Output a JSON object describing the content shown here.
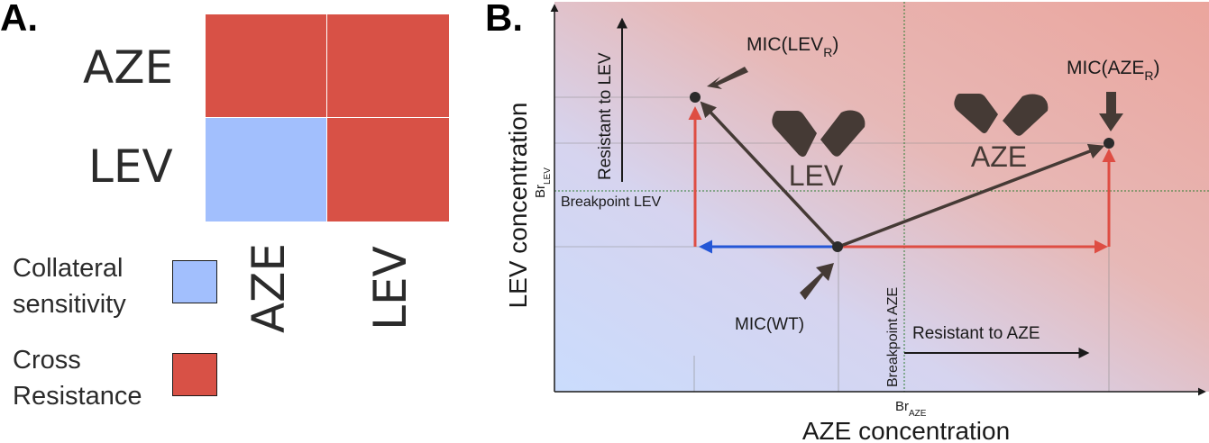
{
  "panel_a": {
    "letter": "A.",
    "row_labels": [
      "AZE",
      "LEV"
    ],
    "col_labels": [
      "AZE",
      "LEV"
    ],
    "cells": [
      [
        "cross_resistance",
        "cross_resistance"
      ],
      [
        "collateral_sensitivity",
        "cross_resistance"
      ]
    ],
    "colors": {
      "cross_resistance": "#d85146",
      "collateral_sensitivity": "#a2bffd",
      "border": "#ffffff"
    },
    "legend": [
      {
        "line1": "Collateral",
        "line2": "sensitivity",
        "key": "collateral_sensitivity"
      },
      {
        "line1": "Cross",
        "line2": "Resistance",
        "key": "cross_resistance"
      }
    ]
  },
  "panel_b": {
    "letter": "B.",
    "xlabel": "AZE concentration",
    "ylabel": "LEV concentration",
    "br_x": {
      "main": "Br",
      "sub": "AZE"
    },
    "br_y": {
      "main": "Br",
      "sub": "LEV"
    },
    "breakpoint_lev": "Breakpoint LEV",
    "breakpoint_aze": "Breakpoint AZE",
    "resistant_lev": "Resistant to LEV",
    "resistant_aze": "Resistant to AZE",
    "drug_lev": "LEV",
    "drug_aze": "AZE",
    "mic_wt": "MIC(WT)",
    "mic_lev": {
      "main": "MIC(LEV",
      "sub": "R",
      "close": ")"
    },
    "mic_aze": {
      "main": "MIC(AZE",
      "sub": "R",
      "close": ")"
    },
    "colors": {
      "arrow_dark": "#453a35",
      "arrow_red": "#de4d43",
      "arrow_blue": "#2456d6",
      "gridline_green": "#2e7d32",
      "bg_blue": "#c9dcfc",
      "bg_red": "#eaa69e"
    }
  }
}
